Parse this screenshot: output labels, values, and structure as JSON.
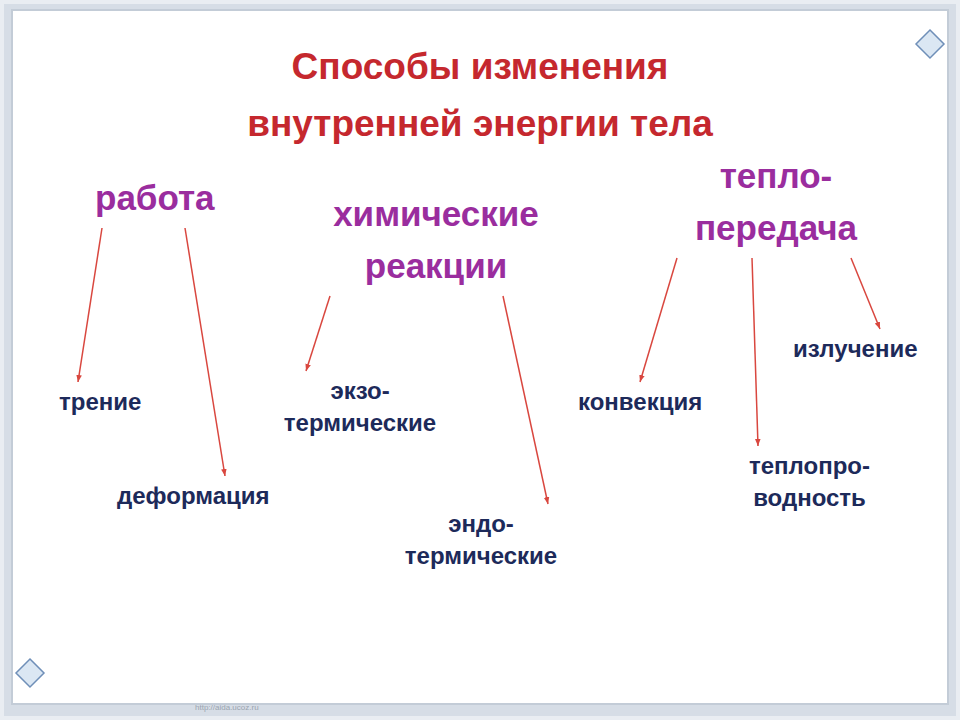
{
  "diagram": {
    "title": "Способы изменения внутренней энергии тела",
    "nodes": [
      {
        "text": [
          "работа"
        ]
      },
      {
        "text": [
          "химические реакции"
        ]
      },
      {
        "text": [
          "тепло- передача"
        ]
      },
      {
        "text": [
          "трение"
        ]
      },
      {
        "text": [
          "деформация"
        ]
      },
      {
        "text": [
          "экзо- термические"
        ]
      },
      {
        "text": [
          "эндо- термические"
        ]
      },
      {
        "text": [
          "конвекция"
        ]
      },
      {
        "text": [
          "теплопро- водность"
        ]
      },
      {
        "text": [
          "излучение"
        ]
      }
    ],
    "edges": [
      {
        "from": 0,
        "to": 3,
        "arrow": "to"
      },
      {
        "from": 0,
        "to": 4,
        "arrow": "to"
      },
      {
        "from": 1,
        "to": 5,
        "arrow": "to"
      },
      {
        "from": 1,
        "to": 6,
        "arrow": "to"
      },
      {
        "from": 2,
        "to": 7,
        "arrow": "to"
      },
      {
        "from": 2,
        "to": 8,
        "arrow": "to"
      },
      {
        "from": 2,
        "to": 9,
        "arrow": "to"
      }
    ],
    "labels": [
      "http://aida.ucoz.ru"
    ]
  }
}
